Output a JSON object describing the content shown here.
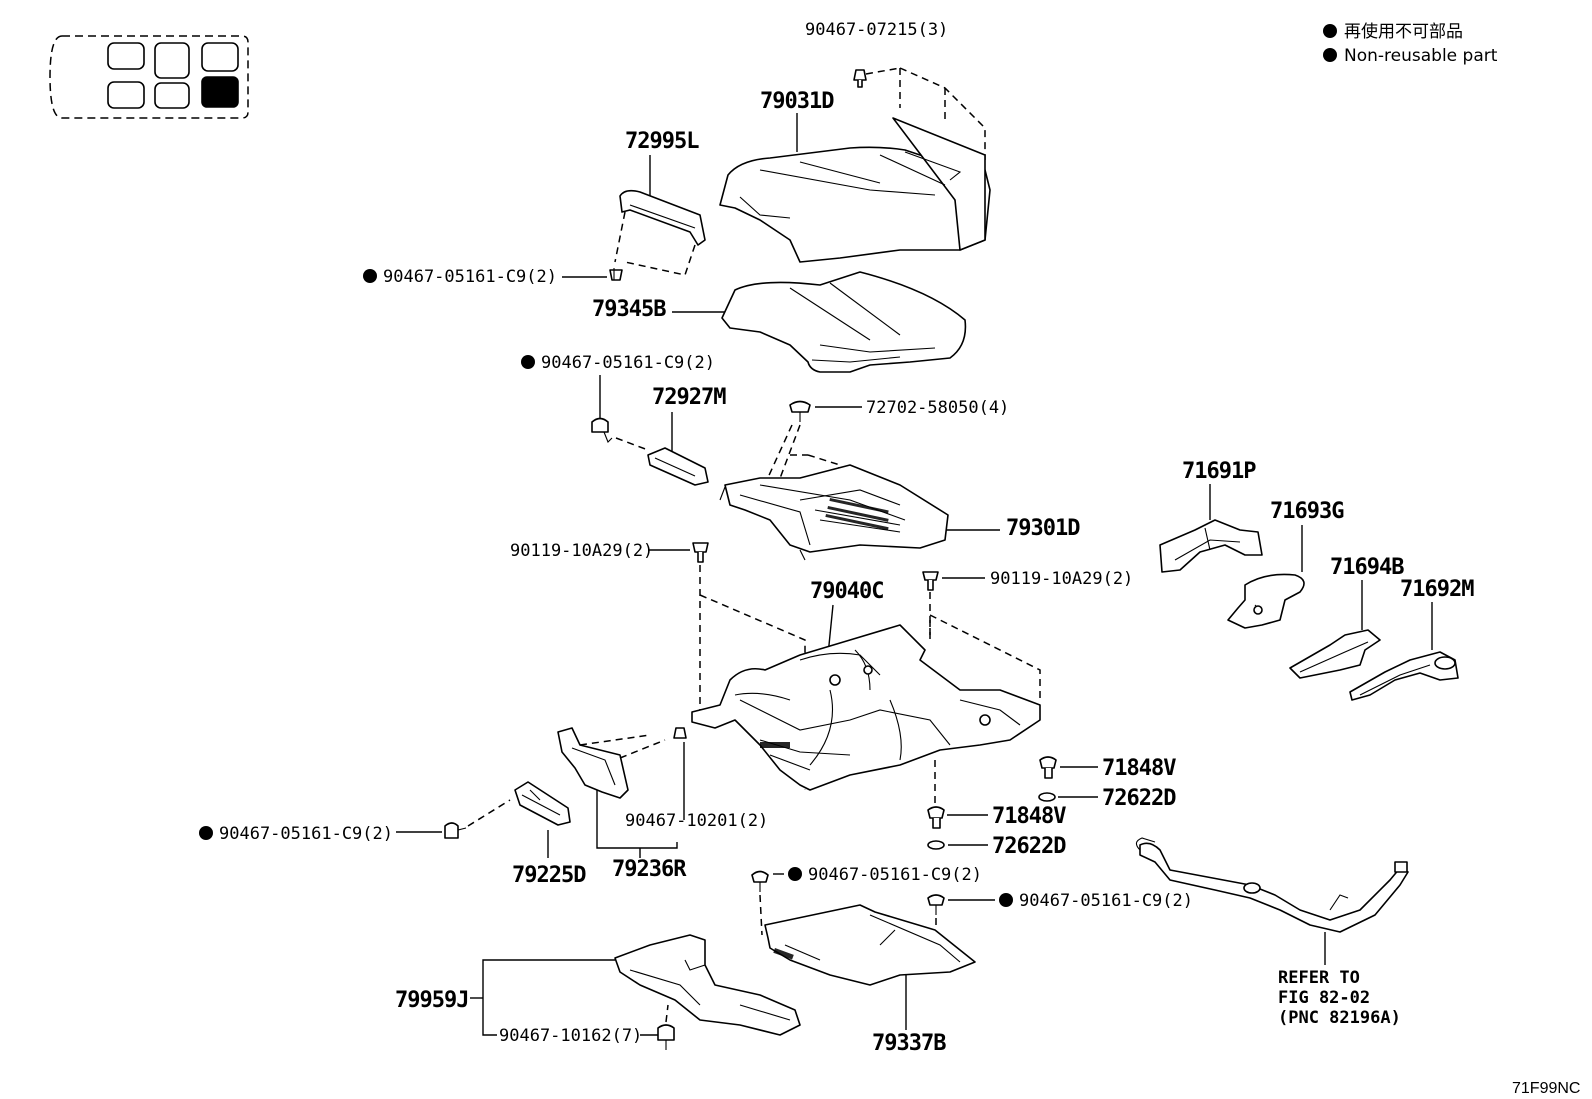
{
  "legend": {
    "line1": "再使用不可部品",
    "line2": "Non-reusable part"
  },
  "figure_code": "71F99NC",
  "refer": {
    "line1": "REFER TO",
    "line2": "FIG 82-02",
    "line3": "(PNC 82196A)"
  },
  "labels": {
    "p79031D": "79031D",
    "p90467_07215": "90467-07215(3)",
    "p72995L": "72995L",
    "p90467_05161_a": "90467-05161-C9(2)",
    "p79345B": "79345B",
    "p90467_05161_b": "90467-05161-C9(2)",
    "p72927M": "72927M",
    "p72702_58050": "72702-58050(4)",
    "p79301D": "79301D",
    "p90119_a": "90119-10A29(2)",
    "p90119_b": "90119-10A29(2)",
    "p79040C": "79040C",
    "p71691P": "71691P",
    "p71693G": "71693G",
    "p71694B": "71694B",
    "p71692M": "71692M",
    "p71848V_a": "71848V",
    "p72622D_a": "72622D",
    "p71848V_b": "71848V",
    "p72622D_b": "72622D",
    "p90467_05161_c": "90467-05161-C9(2)",
    "p90467_10201": "90467-10201(2)",
    "p79225D": "79225D",
    "p79236R": "79236R",
    "p90467_05161_d": "90467-05161-C9(2)",
    "p90467_05161_e": "90467-05161-C9(2)",
    "p79959J": "79959J",
    "p90467_10162": "90467-10162(7)",
    "p79337B": "79337B"
  }
}
